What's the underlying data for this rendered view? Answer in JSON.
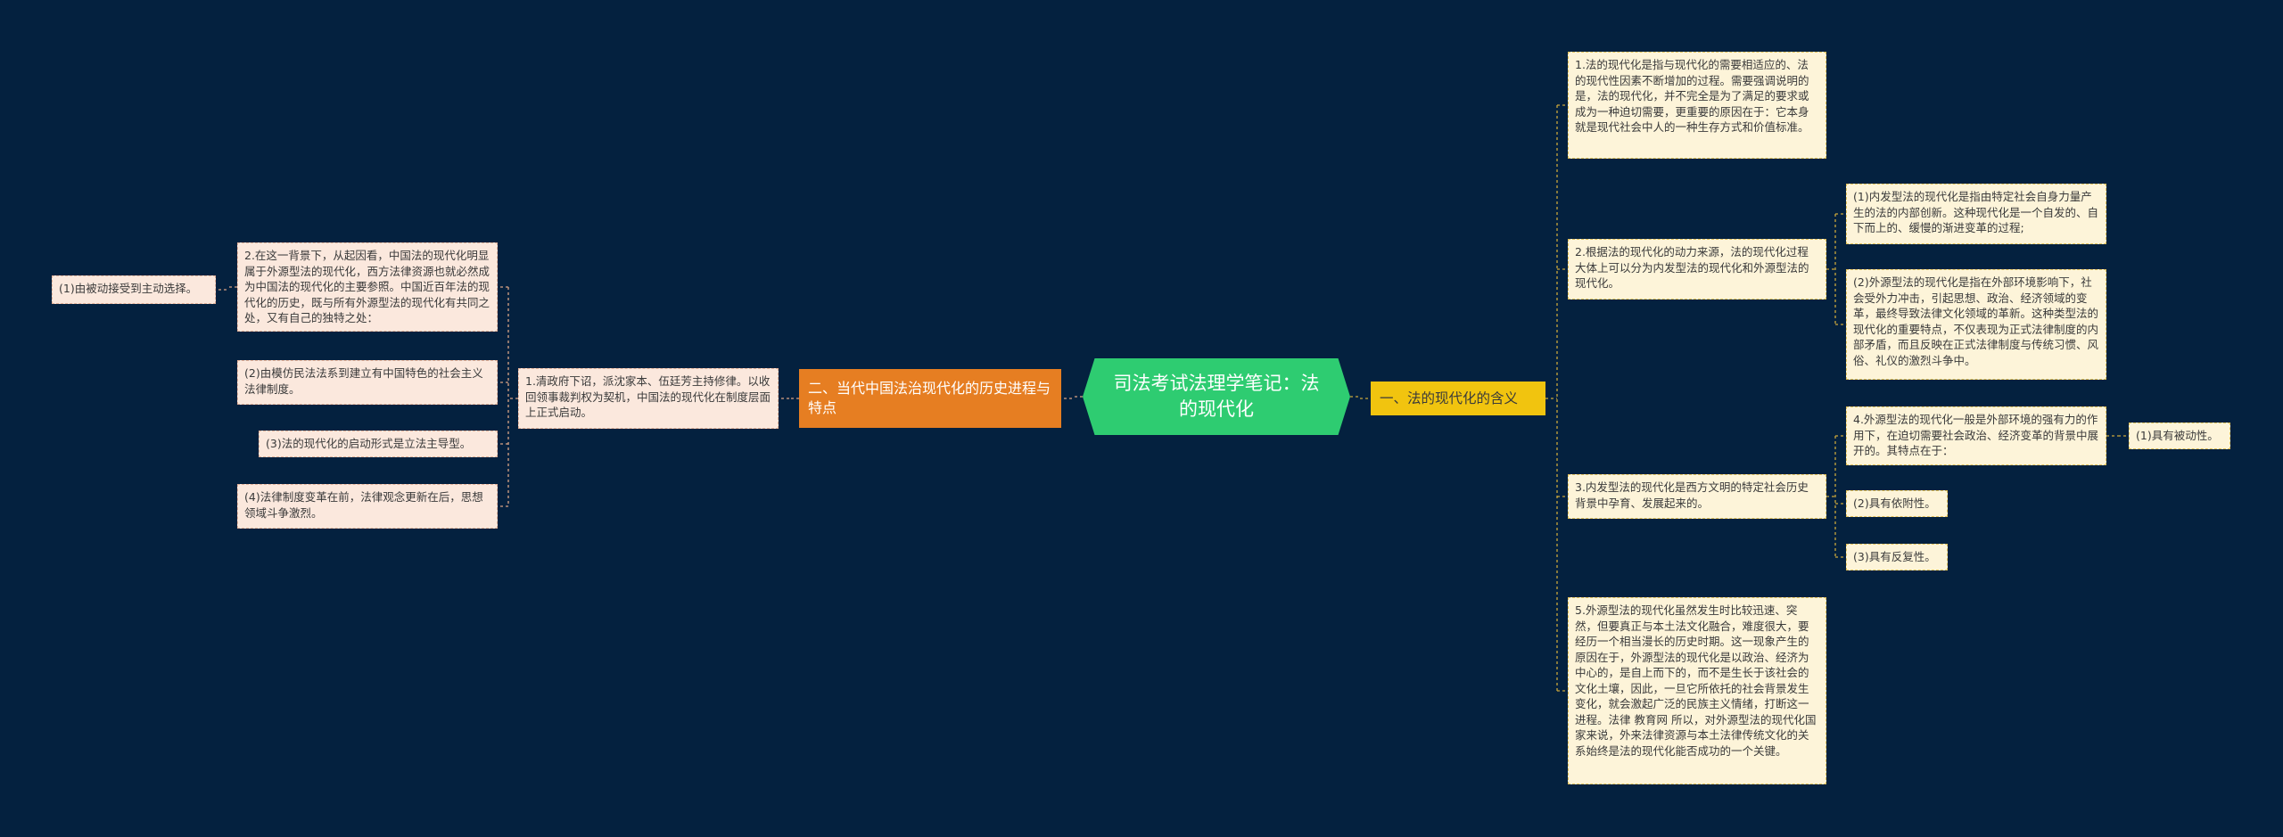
{
  "root": {
    "title": "司法考试法理学笔记：法的现代化"
  },
  "right_branch": {
    "title": "一、法的现代化的含义",
    "items": [
      "1.法的现代化是指与现代化的需要相适应的、法的现代性因素不断增加的过程。需要强调说明的是，法的现代化，并不完全是为了满足的要求或成为一种迫切需要，更重要的原因在于：它本身就是现代社会中人的一种生存方式和价值标准。",
      "2.根据法的现代化的动力来源，法的现代化过程大体上可以分为内发型法的现代化和外源型法的现代化。",
      "(1)内发型法的现代化是指由特定社会自身力量产生的法的内部创新。这种现代化是一个自发的、自下而上的、缓慢的渐进变革的过程;",
      "(2)外源型法的现代化是指在外部环境影响下，社会受外力冲击，引起思想、政治、经济领域的变革，最终导致法律文化领域的革新。这种类型法的现代化的重要特点，不仅表现为正式法律制度的内部矛盾，而且反映在正式法律制度与传统习惯、风俗、礼仪的激烈斗争中。",
      "3.内发型法的现代化是西方文明的特定社会历史背景中孕育、发展起来的。",
      "4.外源型法的现代化一般是外部环境的强有力的作用下，在迫切需要社会政治、经济变革的背景中展开的。其特点在于：",
      "(1)具有被动性。",
      "(2)具有依附性。",
      "(3)具有反复性。",
      "5.外源型法的现代化虽然发生时比较迅速、突然，但要真正与本土法文化融合，难度很大，要经历一个相当漫长的历史时期。这一现象产生的原因在于，外源型法的现代化是以政治、经济为中心的，是自上而下的，而不是生长于该社会的文化土壤，因此，一旦它所依托的社会背景发生变化，就会激起广泛的民族主义情绪，打断这一进程。法律 教育网 所以，对外源型法的现代化国家来说，外来法律资源与本土法律传统文化的关系始终是法的现代化能否成功的一个关键。"
    ]
  },
  "left_branch": {
    "title": "二、当代中国法治现代化的历史进程与特点",
    "items": [
      "1.清政府下诏，派沈家本、伍廷芳主持修律。以收回领事裁判权为契机，中国法的现代化在制度层面上正式启动。",
      "2.在这一背景下，从起因看，中国法的现代化明显属于外源型法的现代化，西方法律资源也就必然成为中国法的现代化的主要参照。中国近百年法的现代化的历史，既与所有外源型法的现代化有共同之处，又有自己的独特之处：",
      "(1)由被动接受到主动选择。",
      "(2)由模仿民法法系到建立有中国特色的社会主义法律制度。",
      "(3)法的现代化的启动形式是立法主导型。",
      "(4)法律制度变革在前，法律观念更新在后，思想领域斗争激烈。"
    ]
  },
  "colors": {
    "background": "#04213f",
    "root": "#2ecc71",
    "right_branch": "#f1c40f",
    "left_branch": "#e67e22",
    "right_connector": "#c9a63a",
    "left_connector": "#d9a484"
  }
}
